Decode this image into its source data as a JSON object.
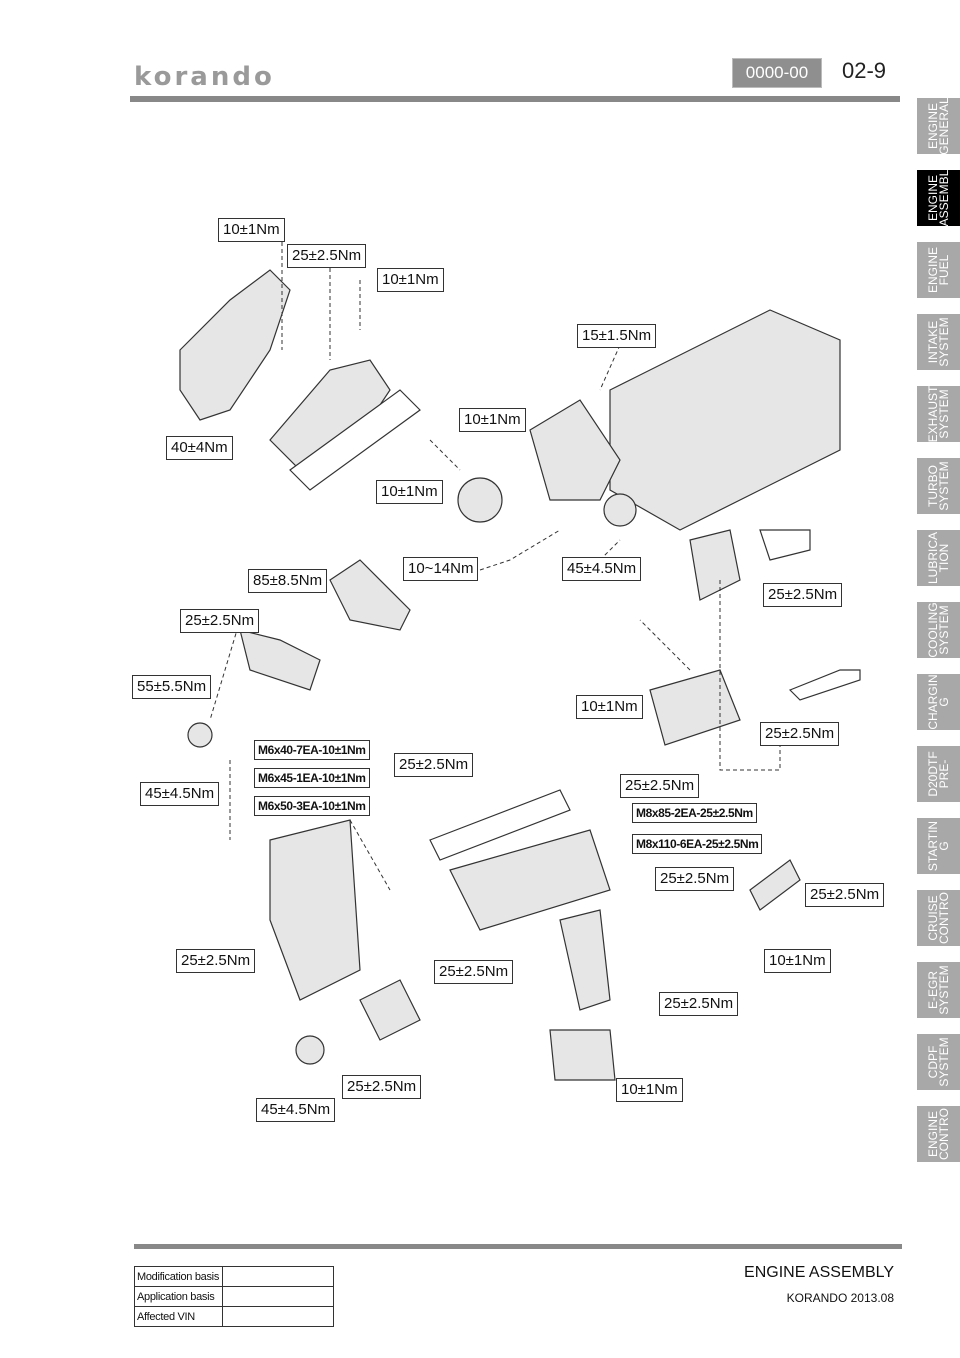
{
  "header": {
    "logo": "korando",
    "section_code": "0000-00",
    "page_number": "02-9"
  },
  "tabs": [
    {
      "label": "ENGINE\nGENERAL",
      "active": false
    },
    {
      "label": "ENGINE\nASSEMBL",
      "active": true
    },
    {
      "label": "ENGINE\nFUEL",
      "active": false
    },
    {
      "label": "INTAKE\nSYSTEM",
      "active": false
    },
    {
      "label": "EXHAUST\nSYSTEM",
      "active": false
    },
    {
      "label": "TURBO\nSYSTEM",
      "active": false
    },
    {
      "label": "LUBRICA\nTION",
      "active": false
    },
    {
      "label": "COOLING\nSYSTEM",
      "active": false
    },
    {
      "label": "CHARGIN\nG",
      "active": false
    },
    {
      "label": "D20DTF\nPRE-",
      "active": false
    },
    {
      "label": "STARTIN\nG",
      "active": false
    },
    {
      "label": "CRUISE\nCONTRO",
      "active": false
    },
    {
      "label": "E-EGR\nSYSTEM",
      "active": false
    },
    {
      "label": "CDPF\nSYSTEM",
      "active": false
    },
    {
      "label": "ENGINE\nCONTRO",
      "active": false
    }
  ],
  "torque_labels": [
    "10±1Nm",
    "25±2.5Nm",
    "10±1Nm",
    "15±1.5Nm",
    "10±1Nm",
    "40±4Nm",
    "10±1Nm",
    "10~14Nm",
    "45±4.5Nm",
    "85±8.5Nm",
    "25±2.5Nm",
    "25±2.5Nm",
    "55±5.5Nm",
    "10±1Nm",
    "25±2.5Nm",
    "M6x40-7EA-10±1Nm",
    "M6x45-1EA-10±1Nm",
    "M6x50-3EA-10±1Nm",
    "45±4.5Nm",
    "25±2.5Nm",
    "25±2.5Nm",
    "M8x85-2EA-25±2.5Nm",
    "M8x110-6EA-25±2.5Nm",
    "25±2.5Nm",
    "25±2.5Nm",
    "25±2.5Nm",
    "10±1Nm",
    "25±2.5Nm",
    "25±2.5Nm",
    "10±1Nm",
    "25±2.5Nm",
    "45±4.5Nm"
  ],
  "footer": {
    "section_title": "ENGINE ASSEMBLY",
    "model": "KORANDO 2013.08",
    "info_rows": [
      "Modification basis",
      "Application basis",
      "Affected VIN"
    ]
  }
}
